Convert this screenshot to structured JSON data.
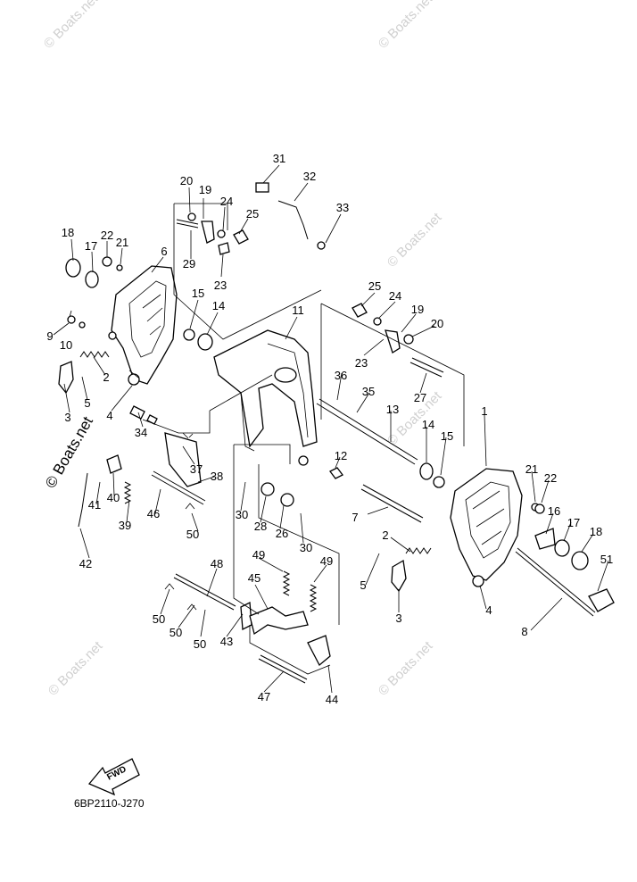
{
  "diagram_code": "6BP2110-J270",
  "fwd_label": "FWD",
  "watermark": "© Boats.net",
  "part_numbers": [
    "1",
    "2",
    "3",
    "4",
    "5",
    "6",
    "7",
    "8",
    "9",
    "10",
    "11",
    "12",
    "13",
    "14",
    "15",
    "16",
    "17",
    "18",
    "19",
    "20",
    "21",
    "22",
    "23",
    "24",
    "25",
    "26",
    "27",
    "28",
    "29",
    "30",
    "31",
    "32",
    "33",
    "34",
    "35",
    "36",
    "37",
    "38",
    "39",
    "40",
    "41",
    "42",
    "43",
    "44",
    "45",
    "46",
    "47",
    "48",
    "49",
    "50",
    "51"
  ]
}
